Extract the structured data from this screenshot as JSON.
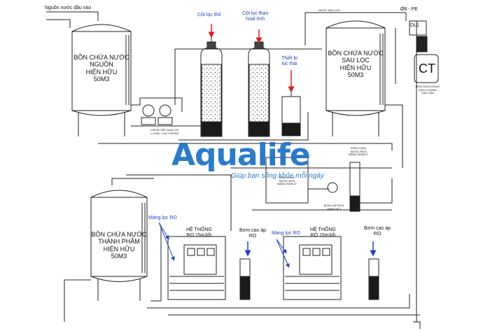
{
  "source_label": "Nguồn nước đầu vào",
  "tanks": {
    "raw": [
      "BỒN CHỨA NƯỚC",
      "NGUỒN",
      "HIỆN HỮU",
      "50M3"
    ],
    "after_filter": [
      "BỒN CHỨA NƯỚC",
      "SAU LỌC",
      "HIỆN HỮU",
      "50M3"
    ],
    "product": [
      "BỒN CHỨA NƯỚC",
      "THÀNH PHẨM",
      "HIỆN HỮU",
      "50M3"
    ]
  },
  "filters": {
    "coarse": "Cột lọc thô",
    "carbon": [
      "Cột lọc than",
      "hoạt tính"
    ],
    "waste": [
      "Thiết bị",
      "lọc thải"
    ]
  },
  "pipe_labels": {
    "top_right": "Ø8 - PE",
    "dl1": "DL1",
    "ct": "CT",
    "ct_caption": [
      "BỒN CHỨA DUNG",
      "DỊCH CHỐNG",
      "CÁU CẶN"
    ],
    "line_note": "NƯỚC SAU LỌC",
    "pump_1": [
      "2 BƠM CẤP QUA LỌC",
      "1 CHẠY 1 DỰ PHÒNG"
    ],
    "ro_tank": [
      "BỒN CHỨA",
      "NƯỚC RỬA",
      "MÀNG 3000LIT"
    ],
    "wash_tank": [
      "BỒN CHỨA",
      "NƯỚC RỬA",
      "MÀNG 3000LIT"
    ],
    "wash_pump": [
      "BƠM CẤP RỬA",
      "MÀNG RO"
    ]
  },
  "ro_systems": [
    {
      "title": [
        "HỆ THỐNG",
        "RO 15m3/h"
      ],
      "membrane": "Màng lọc RO",
      "pump": [
        "Bơm cao áp",
        "RO"
      ]
    },
    {
      "title": [
        "HỆ THỐNG",
        "RO 15m3/h"
      ],
      "membrane": "Màng lọc RO",
      "pump": [
        "Bơm cao áp",
        "RO"
      ]
    }
  ],
  "brand": {
    "name": "Aqualife",
    "tagline": "Giúp bạn sống khỏe mỗi ngày",
    "color": "#1a73c8"
  },
  "colors": {
    "line": "#222222",
    "annotation": "#1e40c8",
    "arrow": "#e02020",
    "media": "#5a5a5a"
  }
}
